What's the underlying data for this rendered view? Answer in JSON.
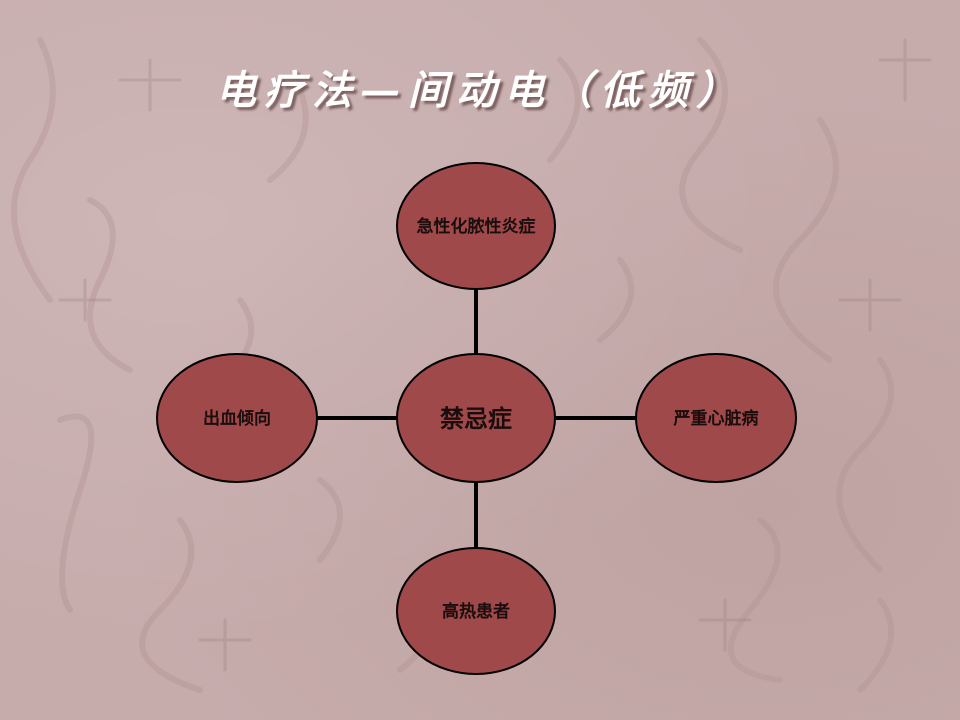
{
  "slide": {
    "title": "电疗法—间动电（低频）",
    "colors": {
      "background": "#c7acac",
      "node_fill": "#a0494a",
      "node_stroke": "#000000",
      "connector": "#000000",
      "title_text": "#ffffff"
    }
  },
  "diagram": {
    "type": "radial",
    "center": {
      "label": "禁忌症"
    },
    "nodes": [
      {
        "id": "top",
        "label": "急性化脓性炎症"
      },
      {
        "id": "left",
        "label": "出血倾向"
      },
      {
        "id": "right",
        "label": "严重心脏病"
      },
      {
        "id": "bottom",
        "label": "高热患者"
      }
    ]
  }
}
